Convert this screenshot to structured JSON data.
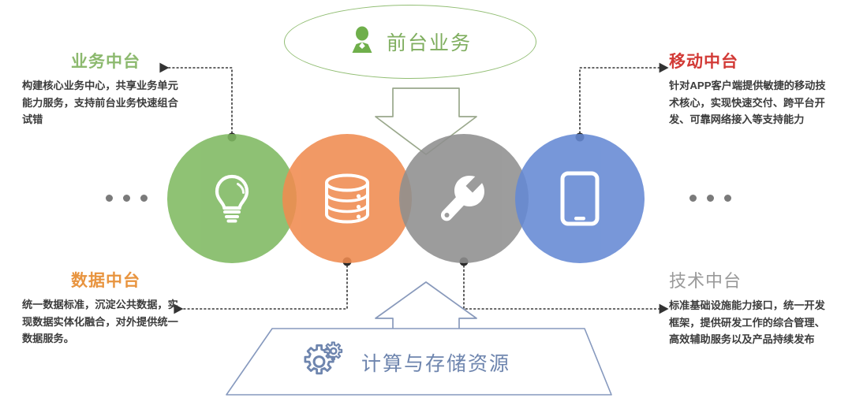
{
  "diagram": {
    "title_top": "前台业务",
    "title_bottom": "计算与存储资源",
    "ellipsis": "•••"
  },
  "top_layer": {
    "label": "前台业务",
    "icon": "person-icon",
    "color": "#7FAE5F"
  },
  "bottom_layer": {
    "label": "计算与存储资源",
    "icon": "gears-icon",
    "color": "#6E85AE"
  },
  "middle_platforms": [
    {
      "key": "business",
      "title": "业务中台",
      "body": "构建核心业务中心，共享业务单元能力服务，支持前台业务快速组合试错",
      "title_color": "#8CB96E",
      "circle_color": "#7FB961",
      "icon": "lightbulb-icon"
    },
    {
      "key": "data",
      "title": "数据中台",
      "body": "统一数据标准，沉淀公共数据，实现数据实体化融合，对外提供统一数据服务。",
      "title_color": "#E8943F",
      "circle_color": "#F08B50",
      "icon": "database-icon"
    },
    {
      "key": "tech",
      "title": "技术中台",
      "body": "标准基础设施能力接口，统一开发框架，提供研发工作的综合管理、高效辅助服务以及产品持续发布",
      "title_color": "#9A9A9A",
      "circle_color": "#8F8F8F",
      "icon": "wrench-icon"
    },
    {
      "key": "mobile",
      "title": "移动中台",
      "body": "针对APP客户端提供敏捷的移动技术核心，实现快速交付、跨平台开发、可靠网络接入等支持能力",
      "title_color": "#D23A36",
      "circle_color": "#6589D4",
      "icon": "mobile-phone-icon"
    }
  ],
  "connectors": {
    "style": "dotted-leader-with-arrow",
    "color": "#333333"
  },
  "arrows": {
    "down_arrow_color": "#9AA88C",
    "up_arrow_color": "#8899BB"
  }
}
